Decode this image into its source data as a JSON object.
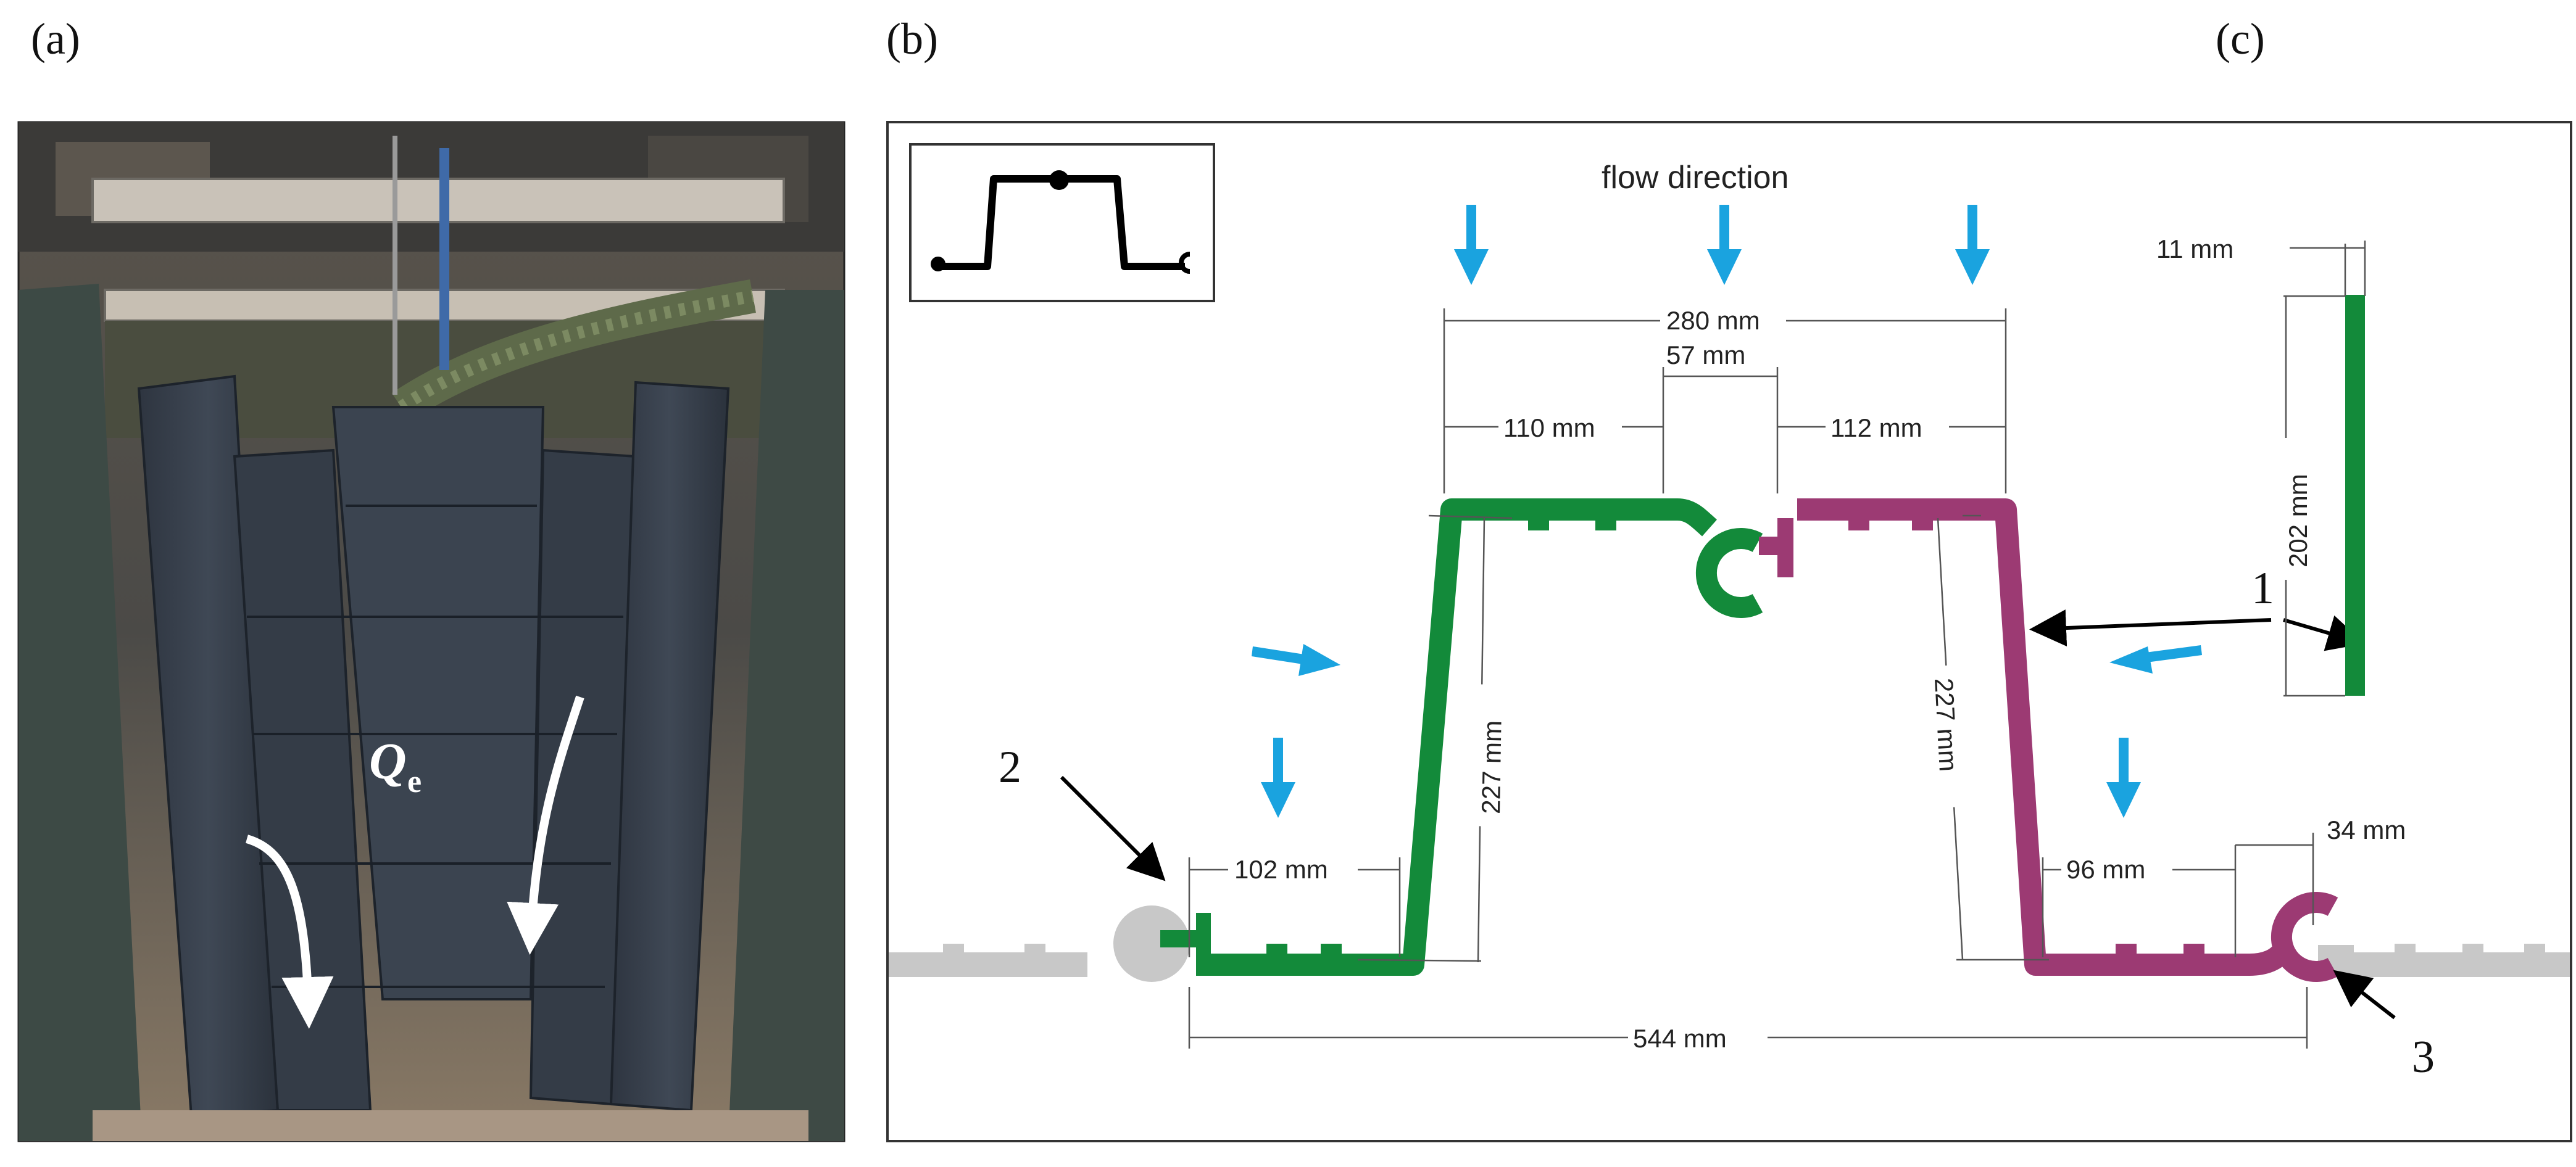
{
  "panels": {
    "a": "(a)",
    "b": "(b)",
    "c": "(c)"
  },
  "photo": {
    "label_q": "Q",
    "label_sub": "e"
  },
  "diagram": {
    "flow_direction": "flow direction",
    "dims": {
      "d280": "280 mm",
      "d57": "57 mm",
      "d110": "110 mm",
      "d112": "112 mm",
      "d227_left": "227 mm",
      "d227_right": "227 mm",
      "d102": "102 mm",
      "d96": "96 mm",
      "d34": "34 mm",
      "d544": "544 mm"
    },
    "callouts": {
      "one": "1",
      "two": "2",
      "three": "3"
    }
  },
  "panel_c": {
    "d11": "11 mm",
    "d202": "202 mm"
  },
  "colors": {
    "green": "#138a3a",
    "magenta": "#9c3a73",
    "grey": "#c8c8c8",
    "arrow_blue": "#1aa3df",
    "photo_dark": "#3a434f"
  },
  "icons": [
    "arrow-down-icon",
    "arrow-right-icon",
    "arrow-left-icon",
    "pointer-arrow-icon"
  ]
}
